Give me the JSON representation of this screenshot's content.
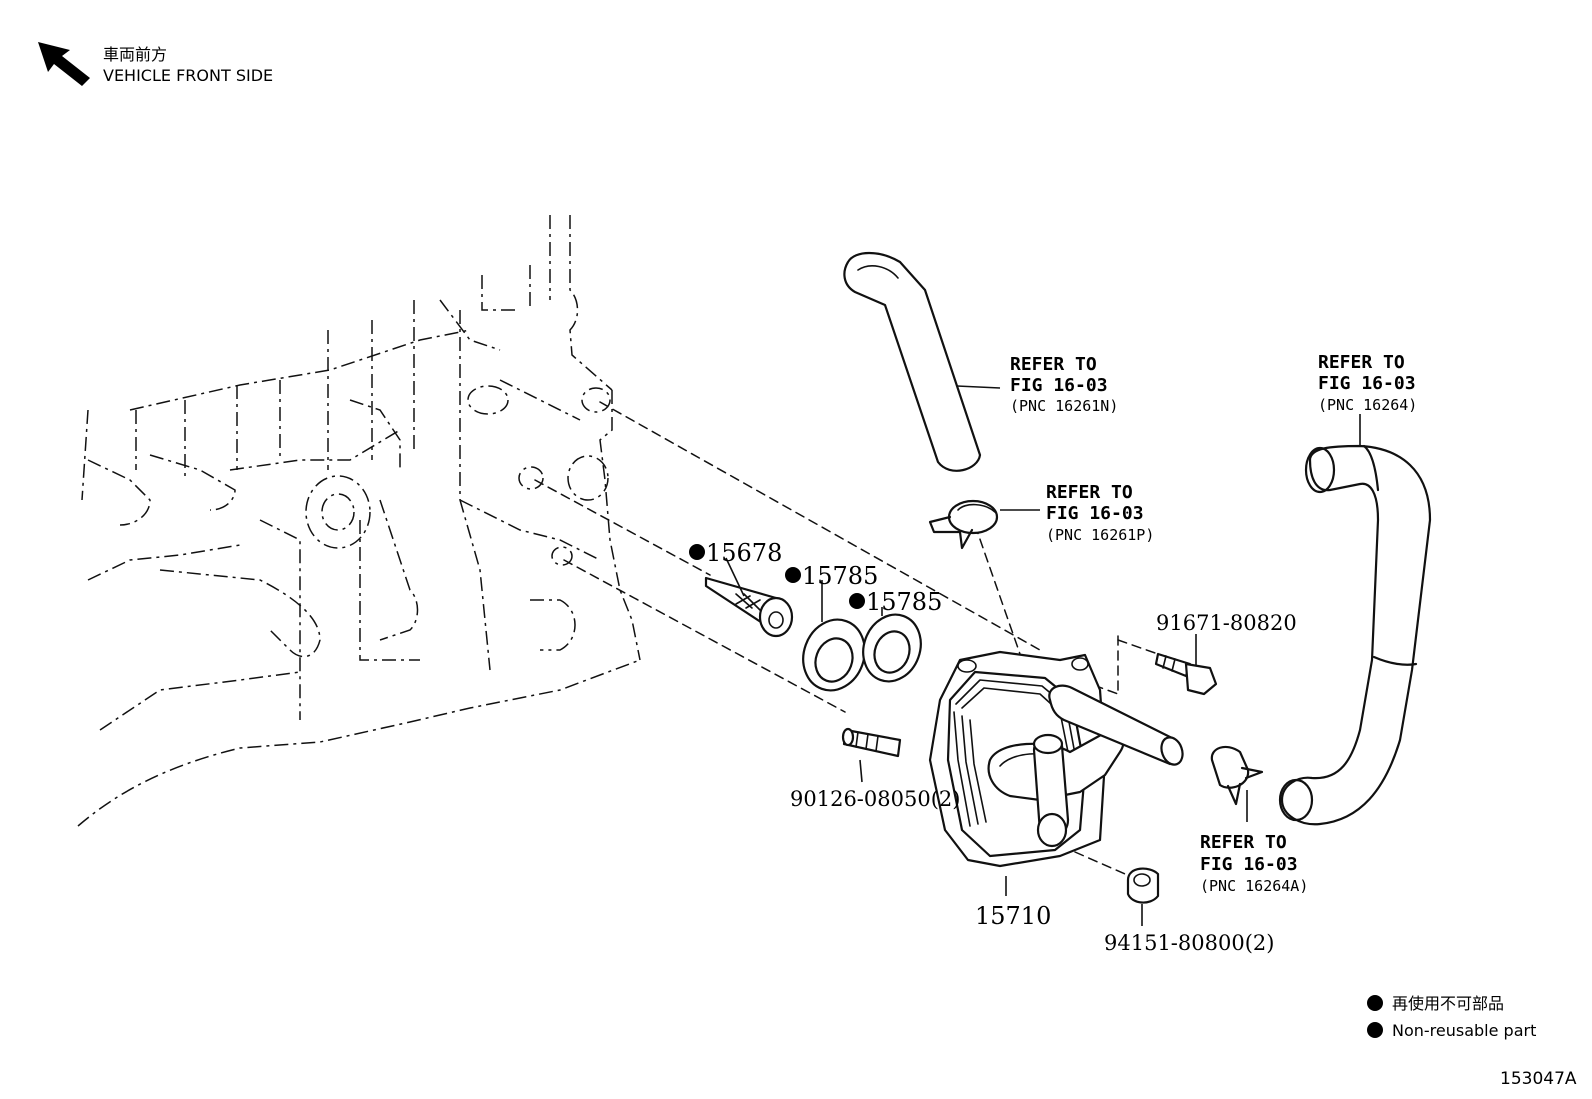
{
  "header": {
    "direction_jp": "車両前方",
    "direction_en": "VEHICLE FRONT SIDE"
  },
  "callouts": {
    "p15678": "15678",
    "p15785_a": "15785",
    "p15785_b": "15785",
    "p15710": "15710",
    "stud": "90126-08050(2)",
    "bolt": "91671-80820",
    "nut": "94151-80800(2)"
  },
  "references": [
    {
      "line1": "REFER TO",
      "line2": "FIG 16-03",
      "pnc": "(PNC 16261N)"
    },
    {
      "line1": "REFER TO",
      "line2": "FIG 16-03",
      "pnc": "(PNC 16264)"
    },
    {
      "line1": "REFER TO",
      "line2": "FIG 16-03",
      "pnc": "(PNC 16261P)"
    },
    {
      "line1": "REFER TO",
      "line2": "FIG 16-03",
      "pnc": "(PNC 16264A)"
    }
  ],
  "legend": {
    "jp": "再使用不可部品",
    "en": "Non-reusable part"
  },
  "figure_code": "153047A",
  "icons": {
    "direction_arrow": "arrow-up-left-icon",
    "non_reusable_marker": "filled-circle-icon"
  }
}
